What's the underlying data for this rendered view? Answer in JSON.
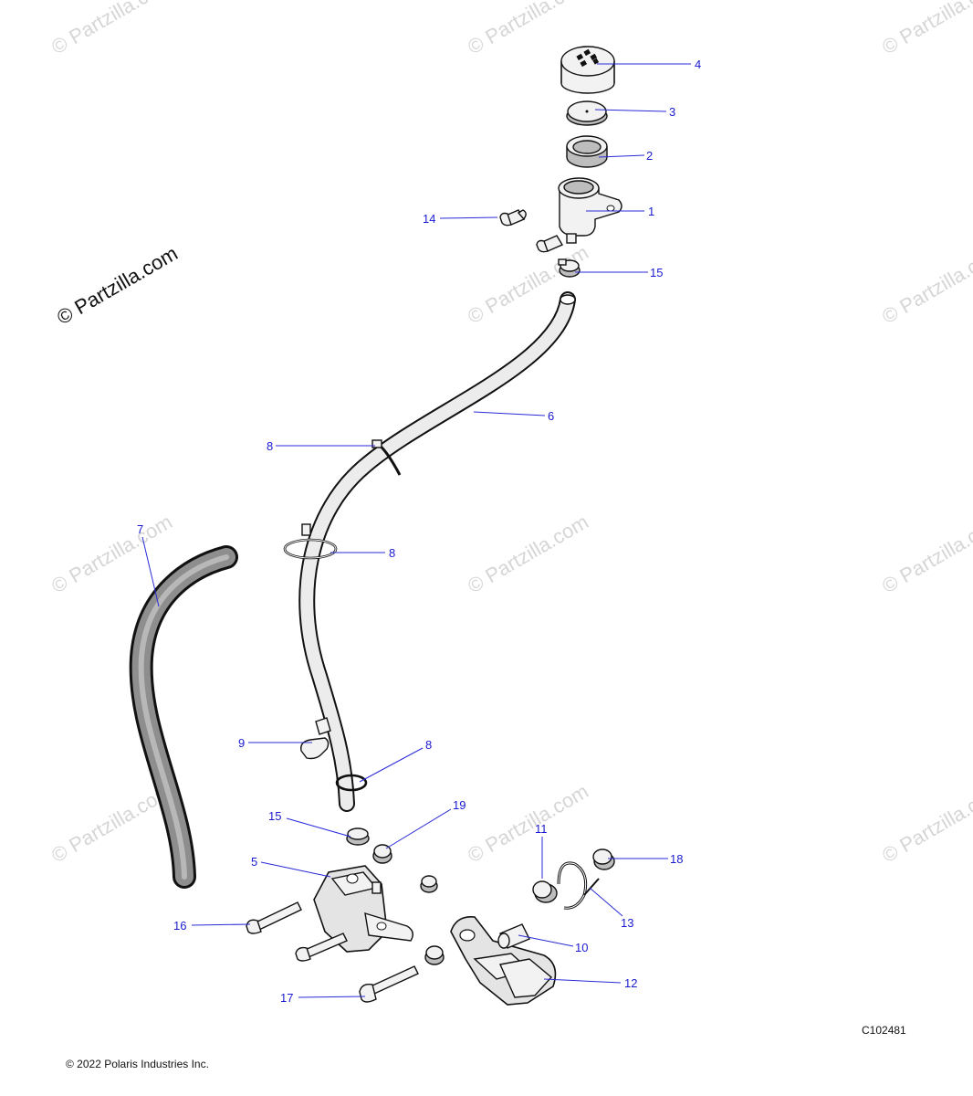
{
  "watermark_text": "© Partzilla.com",
  "drawing_id": "C102481",
  "copyright": "© 2022 Polaris Industries Inc.",
  "callouts": [
    {
      "id": "c4",
      "label": "4"
    },
    {
      "id": "c3",
      "label": "3"
    },
    {
      "id": "c2",
      "label": "2"
    },
    {
      "id": "c1",
      "label": "1"
    },
    {
      "id": "c14",
      "label": "14"
    },
    {
      "id": "c15a",
      "label": "15"
    },
    {
      "id": "c6",
      "label": "6"
    },
    {
      "id": "c8a",
      "label": "8"
    },
    {
      "id": "c7",
      "label": "7"
    },
    {
      "id": "c8b",
      "label": "8"
    },
    {
      "id": "c9",
      "label": "9"
    },
    {
      "id": "c8c",
      "label": "8"
    },
    {
      "id": "c15b",
      "label": "15"
    },
    {
      "id": "c19",
      "label": "19"
    },
    {
      "id": "c5",
      "label": "5"
    },
    {
      "id": "c11",
      "label": "11"
    },
    {
      "id": "c18",
      "label": "18"
    },
    {
      "id": "c13",
      "label": "13"
    },
    {
      "id": "c16",
      "label": "16"
    },
    {
      "id": "c10",
      "label": "10"
    },
    {
      "id": "c12",
      "label": "12"
    },
    {
      "id": "c17",
      "label": "17"
    }
  ]
}
